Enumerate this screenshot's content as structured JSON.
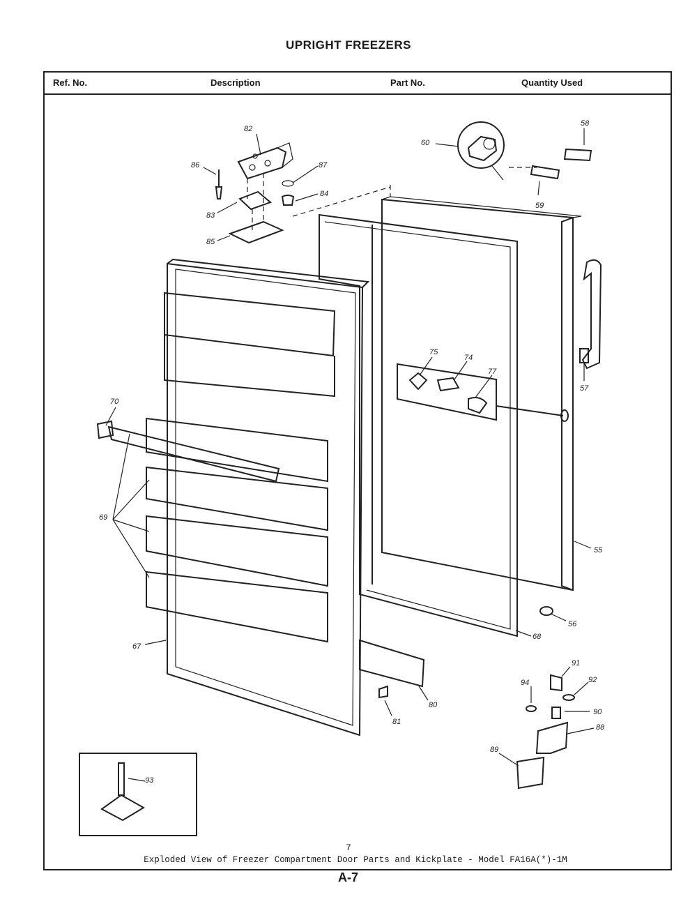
{
  "title": "UPRIGHT FREEZERS",
  "columns": [
    "Ref. No.",
    "Description",
    "Part No.",
    "Quantity Used"
  ],
  "callouts": {
    "c82": "82",
    "c86": "86",
    "c87": "87",
    "c84": "84",
    "c83": "83",
    "c85": "85",
    "c60": "60",
    "c58": "58",
    "c59": "59",
    "c57": "57",
    "c75": "75",
    "c74": "74",
    "c77": "77",
    "c70": "70",
    "c69": "69",
    "c55": "55",
    "c56": "56",
    "c68": "68",
    "c67": "67",
    "c80": "80",
    "c81": "81",
    "c91": "91",
    "c92": "92",
    "c94": "94",
    "c90": "90",
    "c88": "88",
    "c89": "89",
    "c93": "93"
  },
  "figure_number": "7",
  "caption": "Exploded View of Freezer Compartment Door Parts and Kickplate - Model FA16A(*)-1M",
  "page_code": "A-7"
}
